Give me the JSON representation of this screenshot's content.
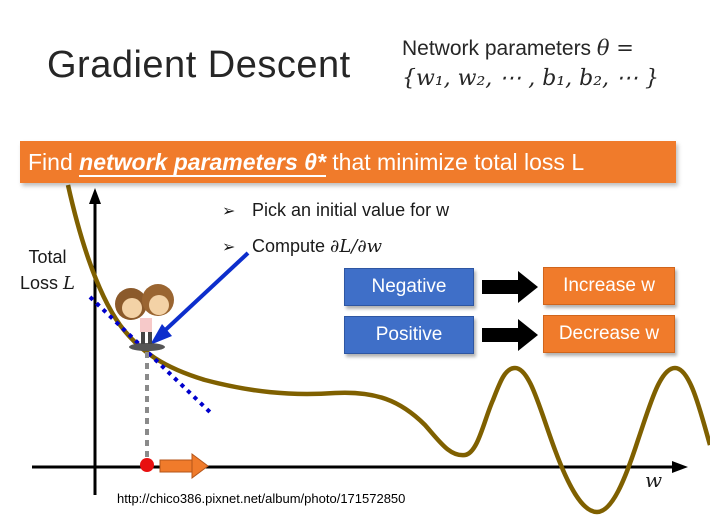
{
  "title": "Gradient Descent",
  "network_params": {
    "prefix": "Network parameters ",
    "theta": "θ =",
    "set": "{w₁, w₂, ⋯ , b₁, b₂, ⋯ }"
  },
  "banner": {
    "prefix": "Find ",
    "highlight": "network parameters θ*",
    "suffix": " that minimize total loss L"
  },
  "bullets": [
    {
      "arrow": "➢",
      "text": "Pick an initial value for w"
    },
    {
      "arrow": "➢",
      "text": "Compute ",
      "math": "∂L/∂w"
    }
  ],
  "rules": [
    {
      "condition": "Negative",
      "action": "Increase w"
    },
    {
      "condition": "Positive",
      "action": "Decrease w"
    }
  ],
  "axis": {
    "y_label_line1": "Total",
    "y_label_line2": "Loss ",
    "y_label_var": "L",
    "x_label": "w"
  },
  "credit_url": "http://chico386.pixnet.net/album/photo/171572850",
  "colors": {
    "curve": "#7f6000",
    "orange": "#f07b2b",
    "blue": "#3f6fc8",
    "tangent": "#0000cc",
    "point": "#e81010"
  }
}
